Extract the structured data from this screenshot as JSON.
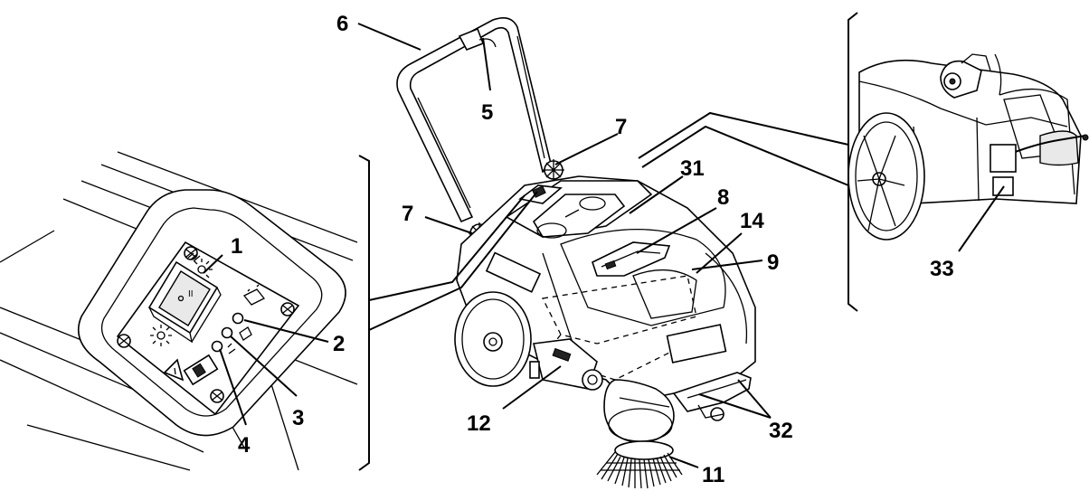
{
  "callouts": [
    {
      "id": "1",
      "text": "1"
    },
    {
      "id": "2",
      "text": "2"
    },
    {
      "id": "3",
      "text": "3"
    },
    {
      "id": "4",
      "text": "4"
    },
    {
      "id": "5",
      "text": "5"
    },
    {
      "id": "6",
      "text": "6"
    },
    {
      "id": "7a",
      "text": "7"
    },
    {
      "id": "7b",
      "text": "7"
    },
    {
      "id": "8",
      "text": "8"
    },
    {
      "id": "9",
      "text": "9"
    },
    {
      "id": "11",
      "text": "11"
    },
    {
      "id": "12",
      "text": "12"
    },
    {
      "id": "14",
      "text": "14"
    },
    {
      "id": "31",
      "text": "31"
    },
    {
      "id": "32",
      "text": "32"
    },
    {
      "id": "33",
      "text": "33"
    }
  ],
  "control_panel": {
    "switch_label_on": "I",
    "switch_label_off": "O",
    "switch_label_ii": "II"
  }
}
